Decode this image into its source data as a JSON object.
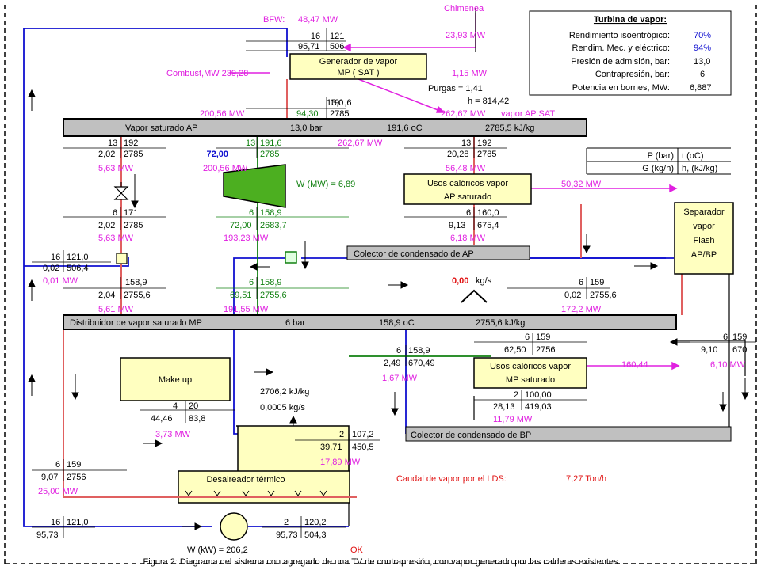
{
  "colors": {
    "magenta": "#e020e0",
    "blue": "#1010d0",
    "green": "#108010",
    "red": "#e01010",
    "box": "#ffffc0",
    "header": "#c0c0c0"
  },
  "top": {
    "bfw_label": "BFW:",
    "bfw_value": "48,47 MW",
    "chimenea": "Chimenea",
    "chimenea_mw": "23,93 MW",
    "n1a": "16",
    "n1b": "121",
    "n2a": "95,71",
    "n2b": "506"
  },
  "generator": {
    "l1": "Generador de vapor",
    "l2": "MP ( SAT )",
    "combust": "Combust,MW 239,28",
    "gen_mw": "1,15 MW",
    "purgas": "Purgas = 1,41",
    "h": "h = 814,42",
    "ga": "13,0",
    "gb": "191,6",
    "gc": "94,30",
    "gd": "2785",
    "left_mw": "200,56 MW",
    "ap_mw": "262,67 MW",
    "ap_label": "vapor AP SAT"
  },
  "turbine": {
    "title": "Turbina de vapor:",
    "rows": [
      {
        "k": "Rendimiento isoentrópico:",
        "v": "70%"
      },
      {
        "k": "Rendim. Mec. y eléctrico:",
        "v": "94%"
      },
      {
        "k": "Presión de admisión, bar:",
        "v": "13,0"
      },
      {
        "k": "Contrapresión, bar:",
        "v": "6"
      },
      {
        "k": "Potencia en bornes, MW:",
        "v": "6,887"
      }
    ]
  },
  "headerAP": {
    "name": "Vapor saturado AP",
    "p": "13,0 bar",
    "t": "191,6 oC",
    "h": "2785,5 kJ/kg"
  },
  "colL": {
    "a": "13",
    "b": "192",
    "c": "2,02",
    "d": "2785",
    "mw": "5,63 MW",
    "e": "6",
    "f": "171",
    "g": "2,02",
    "h": "2785",
    "mw2": "5,63 MW"
  },
  "colT": {
    "a": "13",
    "b": "191,6",
    "c": "72,00",
    "d": "2785",
    "mw": "200,56 MW",
    "w": "W (MW) = 6,89",
    "e": "6",
    "f": "158,9",
    "g": "72,00",
    "h": "2683,7",
    "mw2": "193,23 MW"
  },
  "colM": {
    "mw": "262,67 MW"
  },
  "colR": {
    "a": "13",
    "b": "192",
    "c": "20,28",
    "d": "2785",
    "mw": "56,48 MW",
    "e": "6",
    "f": "160,0",
    "g": "9,13",
    "h": "675,4",
    "mw2": "6,18 MW"
  },
  "usosAP": {
    "l1": "Usos calóricos vapor",
    "l2": "AP saturado",
    "mw": "50,32 MW"
  },
  "legend": {
    "p": "P (bar)",
    "t": "t (oC)",
    "g": "G (kg/h)",
    "h": "h, (kJ/kg)"
  },
  "separador": {
    "l1": "Separador",
    "l2": "vapor",
    "l3": "Flash",
    "l4": "AP/BP"
  },
  "colectorAP": "Colector de condensado de AP",
  "mixL": {
    "a": "16",
    "b": "121,0",
    "c": "0,02",
    "d": "506,4",
    "mw": "0,01 MW",
    "f": "158,9",
    "g": "2,04",
    "h": "2755,6",
    "mw2": "5,61 MW"
  },
  "mixT": {
    "e": "6",
    "f": "158,9",
    "g": "69,51",
    "h": "2755,6",
    "mw2": "191,55 MW"
  },
  "flash": {
    "zero": "0,00",
    "units": "kg/s"
  },
  "sepOut": {
    "a": "6",
    "b": "159",
    "c": "0,02",
    "d": "2755,6",
    "mw": "172,2 MW"
  },
  "headerMP": {
    "name": "Distribuidor de vapor saturado MP",
    "p": "6 bar",
    "t": "158,9 oC",
    "h": "2755,6 kJ/kg"
  },
  "farR": {
    "a": "6",
    "b": "159",
    "c": "9,10",
    "d": "670",
    "mw": "6,10 MW"
  },
  "bp": {
    "a": "6",
    "b": "158,9",
    "c": "2,49",
    "d": "670,49",
    "mw": "1,67 MW"
  },
  "usosMP": {
    "a": "6",
    "b": "159",
    "c": "62,50",
    "d": "2756",
    "l1": "Usos calóricos vapor",
    "l2": "MP saturado",
    "mw": "160,44",
    "e": "2",
    "f": "100,00",
    "g": "28,13",
    "h": "419,03",
    "mw2": "11,79 MW"
  },
  "colectorBP": "Colector de condensado de BP",
  "makeup": {
    "label": "Make up",
    "a": "4",
    "b": "20",
    "c": "44,46",
    "d": "83,8",
    "mw": "3,73 MW"
  },
  "vent": {
    "h": "2706,2 kJ/kg",
    "g": "0,0005 kg/s"
  },
  "toDea": {
    "a": "2",
    "b": "107,2",
    "c": "39,71",
    "d": "450,5",
    "mw": "17,89 MW"
  },
  "deaLeft": {
    "a": "6",
    "b": "159",
    "c": "9,07",
    "d": "2756",
    "mw": "25,00 MW"
  },
  "dea": {
    "label": "Desaireador  térmico"
  },
  "lds": {
    "k": "Caudal de vapor por el LDS:",
    "v": "7,27 Ton/h"
  },
  "pump": {
    "a": "16",
    "b": "121,0",
    "c": "95,73",
    "e": "2",
    "f": "120,2",
    "g": "95,73",
    "h": "504,3",
    "w": "W (kW) = 206,2",
    "ok": "OK"
  },
  "caption": "Figura 2: Diagrama del sistema con agregado de una TV de contrapresión, con vapor generado por las calderas existentes"
}
